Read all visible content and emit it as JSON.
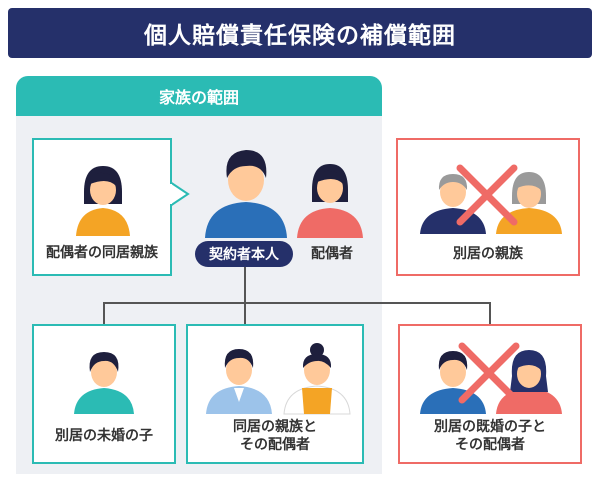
{
  "title": "個人賠償責任保険の補償範囲",
  "family_scope": {
    "header": "家族の範囲"
  },
  "people": {
    "self_label": "契約者本人",
    "spouse_label": "配偶者",
    "cohabiting_relatives_label": "配偶者の同居親族",
    "separate_relatives_label": "別居の親族",
    "separate_unmarried_child_label": "別居の未婚の子",
    "cohabiting_relatives_spouse_label": "同居の親族と\nその配偶者",
    "separate_married_child_label": "別居の既婚の子と\nその配偶者"
  },
  "colors": {
    "title_bg": "#25306a",
    "family_header": "#2bbbb4",
    "included_border": "#2bbbb4",
    "excluded_border": "#ef6b66",
    "excluded_cross": "#ef6b66",
    "panel_bg": "#eef0f4"
  },
  "icons": [
    "person-icon",
    "cross-icon"
  ]
}
